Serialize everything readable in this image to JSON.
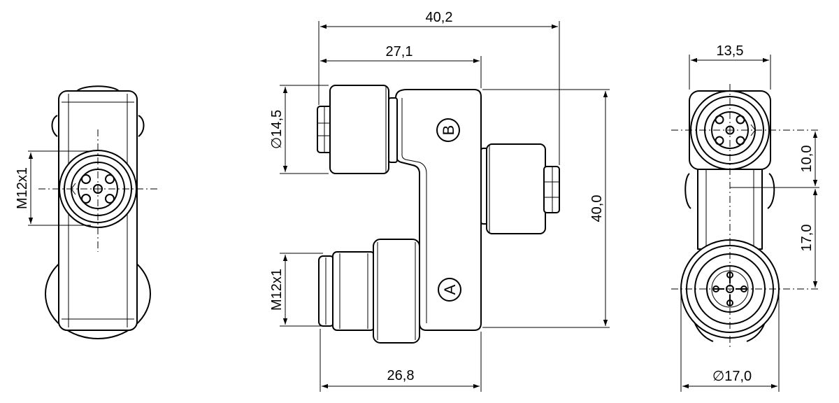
{
  "left_view": {
    "thread_label": "M12x1"
  },
  "front_view": {
    "overall_width": "40,2",
    "upper_reach": "27,1",
    "lower_reach": "26,8",
    "overall_height": "40,0",
    "socket_diameter": "14,5",
    "thread_label": "M12x1",
    "port_upper_marking": "B",
    "port_lower_marking": "A"
  },
  "right_view": {
    "width": "13,5",
    "upper_offset": "10,0",
    "lower_offset": "17,0",
    "body_diameter": "17,0"
  },
  "symbols": {
    "diameter": "∅"
  }
}
